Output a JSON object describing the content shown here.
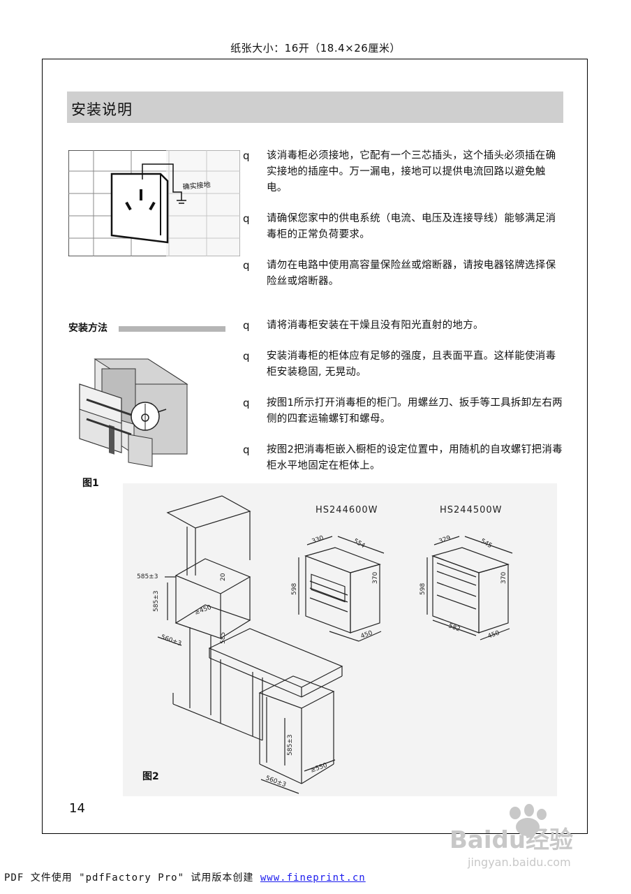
{
  "header": {
    "paper_size": "纸张大小：16开（18.4×26厘米）"
  },
  "section": {
    "title": "安装说明"
  },
  "bullet_mark": "q",
  "notes": [
    "该消毒柜必须接地，它配有一个三芯插头，这个插头必须插在确实接地的插座中。万一漏电，接地可以提供电流回路以避免触电。",
    "请确保您家中的供电系统（电流、电压及连接导线）能够满足消毒柜的正常负荷要求。",
    "请勿在电路中使用高容量保险丝或熔断器，请按电器铭牌选择保险丝或熔断器。"
  ],
  "install": {
    "subtitle": "安装方法",
    "steps": [
      "请将消毒柜安装在干燥且没有阳光直射的地方。",
      "安装消毒柜的柜体应有足够的强度，且表面平直。这样能使消毒柜安装稳固, 无晃动。",
      "按图1所示打开消毒柜的柜门。用螺丝刀、扳手等工具拆卸左右两侧的四套运输螺钉和螺母。",
      "按图2把消毒柜嵌入橱柜的设定位置中，用随机的自攻螺钉把消毒柜水平地固定在柜体上。"
    ]
  },
  "figures": {
    "socket_label": "确实接地",
    "fig1_label": "图1",
    "fig2_label": "图2",
    "model_a": "HS244600W",
    "model_b": "HS244500W",
    "dims_a": {
      "top": "330",
      "depth": "554",
      "height": "598",
      "side": "370",
      "bottom": "450"
    },
    "dims_b": {
      "top": "329",
      "depth": "545",
      "height": "598",
      "side": "370",
      "width": "582",
      "bottom": "450"
    },
    "cabinet_dims": {
      "width_top": "585±3",
      "height": "585±3",
      "inner": "≥450",
      "bottom": "560±3",
      "gap": "20",
      "lower_height": "585±3",
      "lower_depth": "≥550",
      "lower_width": "560±3",
      "mid": "585"
    }
  },
  "page": {
    "number": "14"
  },
  "footer": {
    "text": "PDF 文件使用 \"pdfFactory Pro\" 试用版本创建 ",
    "link": "www.fineprint.cn"
  },
  "watermark": {
    "brand": "Baidu经验",
    "url": "jingyan.baidu.com"
  }
}
